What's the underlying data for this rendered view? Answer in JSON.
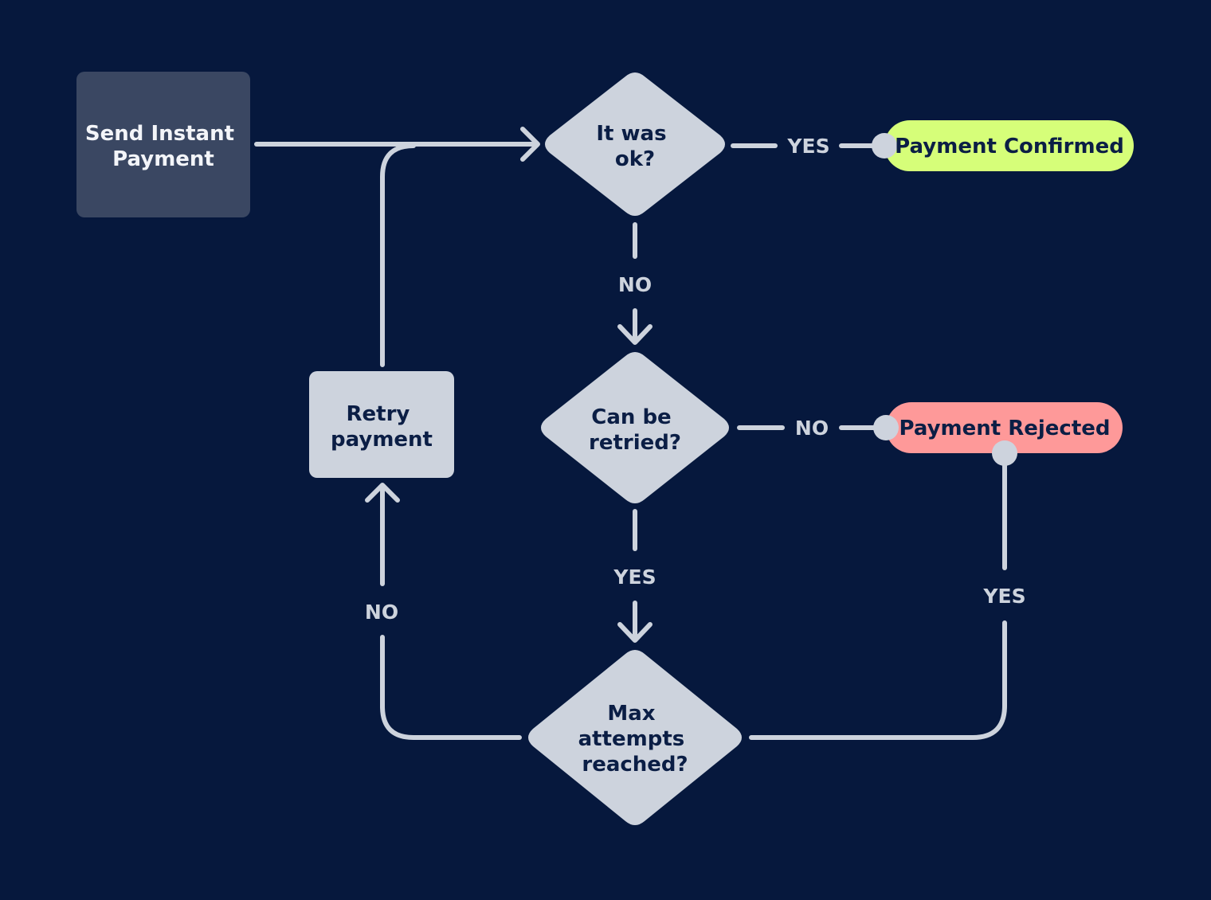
{
  "colors": {
    "background": "#06183d",
    "line": "#cdd3dd",
    "decision_fill": "#cdd3dd",
    "process_fill": "#cdd3dd",
    "start_fill": "#3a4762",
    "confirmed_fill": "#d6fe79",
    "rejected_fill": "#fe9999",
    "dark_text": "#0b1e45",
    "light_text": "#f3f5f9"
  },
  "nodes": {
    "start": {
      "lines": [
        "Send Instant",
        "Payment"
      ]
    },
    "check_ok": {
      "lines": [
        "It was",
        "ok?"
      ]
    },
    "can_retry": {
      "lines": [
        "Can be",
        "retried?"
      ]
    },
    "max_attempts": {
      "lines": [
        "Max",
        "attempts",
        "reached?"
      ]
    },
    "retry": {
      "lines": [
        "Retry",
        "payment"
      ]
    },
    "confirmed": {
      "lines": [
        "Payment Confirmed"
      ]
    },
    "rejected": {
      "lines": [
        "Payment Rejected"
      ]
    }
  },
  "edges": {
    "ok_yes": "YES",
    "ok_no": "NO",
    "retry_no": "NO",
    "retry_yes": "YES",
    "max_no": "NO",
    "max_yes": "YES"
  }
}
